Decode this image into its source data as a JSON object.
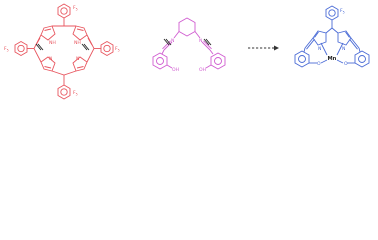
{
  "colors": {
    "porphyrin": "#e8565f",
    "diimine": "#d05cd0",
    "product": "#4a6bd6",
    "arrow": "#333333",
    "cut_mark": "#222222"
  },
  "porphyrin": {
    "aryl_label": "F",
    "aryl_count": "5",
    "nh_label": "NH",
    "n_label": "N"
  },
  "diimine": {
    "n_label": "N",
    "oh_label": "OH"
  },
  "product": {
    "aryl_label": "F",
    "aryl_count": "5",
    "metal_label": "Mn",
    "o_label": "O",
    "n_label": "N"
  }
}
